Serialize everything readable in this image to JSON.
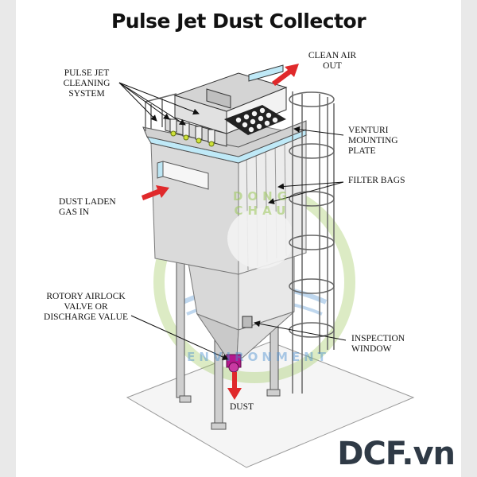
{
  "title": "Pulse Jet Dust Collector",
  "labels": {
    "pulse_jet_cleaning_system": "PULSE JET\nCLEANING\nSYSTEM",
    "clean_air_out": "CLEAN AIR\nOUT",
    "venturi_mounting_plate": "VENTURI\nMOUNTING\nPLATE",
    "filter_bags": "FILTER BAGS",
    "dust_laden_gas_in": "DUST  LADEN\nGAS IN",
    "rotary_airlock_valve": "ROTORY  AIRLOCK\nVALVE OR\nDISCHARGE VALUE",
    "inspection_window": "INSPECTION\nWINDOW",
    "dust": "DUST"
  },
  "watermark": {
    "top_text": "DONG CHAU",
    "bottom_text": "ENVIRONMENT"
  },
  "brand": {
    "name": "DCF",
    "suffix": ".vn"
  },
  "colors": {
    "arrow": "#e0292b",
    "valve": "#b5188d",
    "cyan": "#bfe9f7",
    "steel": "#d9d9d9",
    "steel_dark": "#a9a9a9",
    "hopper": "#e3e3e3",
    "nozzle": "#cfe23a",
    "outline": "#222222"
  }
}
